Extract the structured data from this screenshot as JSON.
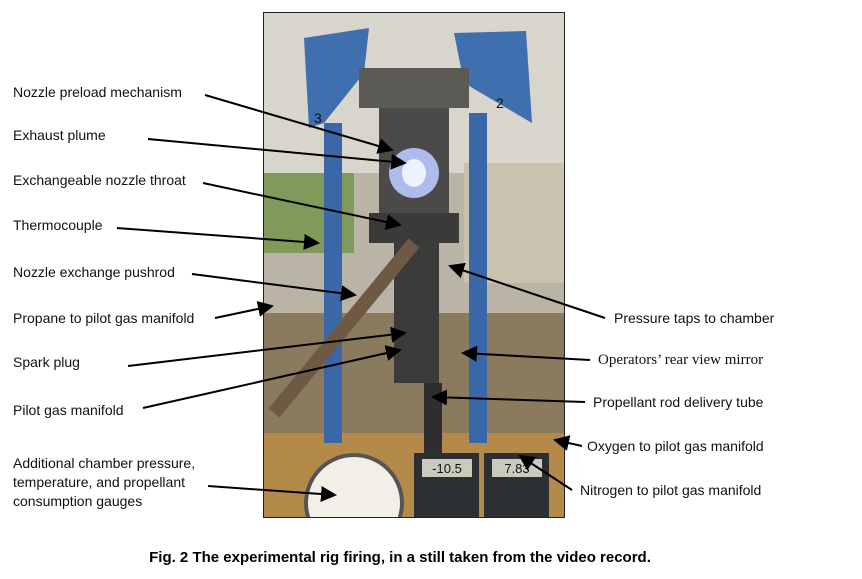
{
  "left_labels": {
    "preload": "Nozzle preload mechanism",
    "plume": "Exhaust plume",
    "throat": "Exchangeable nozzle throat",
    "thermocouple": "Thermocouple",
    "pushrod": "Nozzle exchange pushrod",
    "propane": "Propane to pilot gas manifold",
    "spark": "Spark plug",
    "pilot": "Pilot gas manifold",
    "gauges_1": "Additional chamber pressure,",
    "gauges_2": "temperature, and propellant",
    "gauges_3": "consumption gauges"
  },
  "right_labels": {
    "taps": "Pressure taps to chamber",
    "mirror": "Operators’ rear view mirror",
    "tube": "Propellant rod delivery tube",
    "oxygen": "Oxygen to pilot gas manifold",
    "nitrogen": "Nitrogen to pilot gas manifold"
  },
  "photo": {
    "meter1": "-10.5",
    "meter2": "7.83",
    "frame_num_left": "3",
    "frame_num_right": "2"
  },
  "caption": "Fig. 2  The experimental rig firing, in a still taken from the video record."
}
